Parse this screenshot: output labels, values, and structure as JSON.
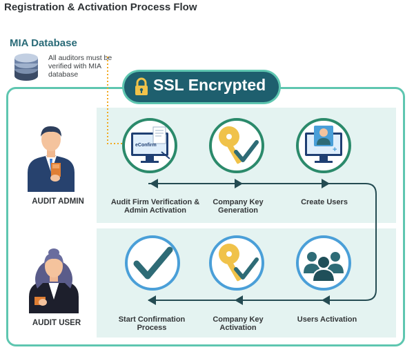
{
  "title": "Registration & Activation Process Flow",
  "database": {
    "label": "MIA Database",
    "note": "All auditors must be verified with MIA database",
    "icon": "database-stack-icon"
  },
  "ssl": {
    "label": "SSL Encrypted",
    "icon": "padlock-icon"
  },
  "roles": {
    "admin": "AUDIT ADMIN",
    "user": "AUDIT USER"
  },
  "admin_steps": [
    {
      "caption": "Audit Firm Verification & Admin Activation",
      "icon": "monitor-econfirm-icon",
      "screen_text": "eConfirm"
    },
    {
      "caption": "Company Key Generation",
      "icon": "key-checkmark-icon"
    },
    {
      "caption": "Create Users",
      "icon": "monitor-add-user-icon"
    }
  ],
  "user_steps": [
    {
      "caption": "Start Confirmation Process",
      "icon": "checkmark-icon"
    },
    {
      "caption": "Company Key Activation",
      "icon": "key-checkmark-icon"
    },
    {
      "caption": "Users Activation",
      "icon": "user-group-icon"
    }
  ],
  "colors": {
    "frame": "#5ec6b0",
    "pill": "#1e5f6e",
    "band": "#e4f3f1",
    "circle_green": "#2b8a6b",
    "circle_blue": "#4a9fd8",
    "key": "#f0c24a",
    "check": "#2e6b76",
    "dotted": "#f2a81d",
    "flow_line": "#244b52"
  }
}
